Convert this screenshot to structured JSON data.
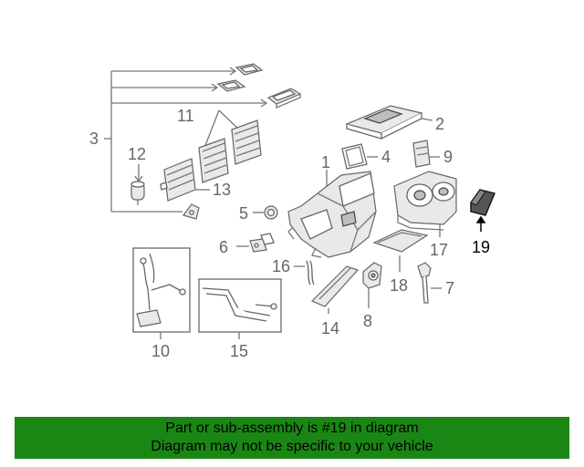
{
  "diagram": {
    "callouts": {
      "c1": "1",
      "c2": "2",
      "c3": "3",
      "c4": "4",
      "c5": "5",
      "c6": "6",
      "c7": "7",
      "c8": "8",
      "c9": "9",
      "c10": "10",
      "c11": "11",
      "c12": "12",
      "c13": "13",
      "c14": "14",
      "c15": "15",
      "c16": "16",
      "c17": "17",
      "c19": "19"
    },
    "highlight_color": "#000000",
    "callout_color": "#666666"
  },
  "footer": {
    "line1": "Part or sub-assembly is #19 in diagram",
    "line2": "Diagram may not be specific to your vehicle",
    "background": "#1a8714"
  }
}
